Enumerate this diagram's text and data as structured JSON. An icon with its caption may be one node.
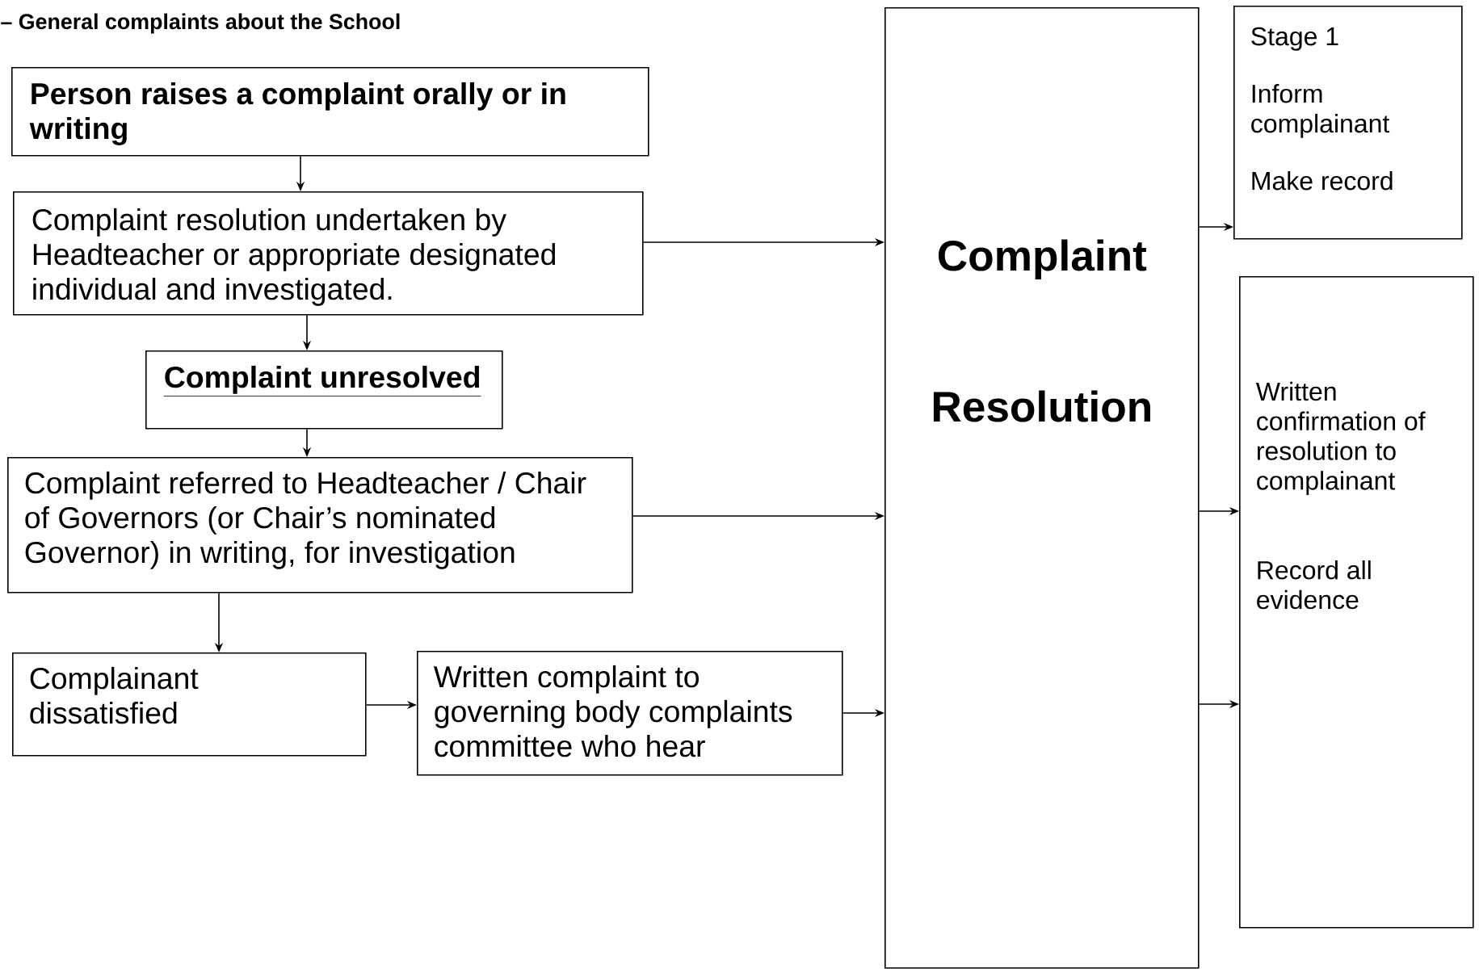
{
  "diagram": {
    "title": "– General complaints about the School",
    "nodes": [
      {
        "text": [
          "Person raises a complaint orally or in writing"
        ]
      },
      {
        "text": [
          "Complaint resolution undertaken by Headteacher or appropriate designated individual and investigated."
        ]
      },
      {
        "text": [
          "Complaint unresolved"
        ]
      },
      {
        "text": [
          "Complaint referred to Headteacher / Chair of Governors (or Chair’s nominated Governor) in writing, for investigation"
        ]
      },
      {
        "text": [
          "Complainant dissatisfied"
        ]
      },
      {
        "text": [
          "Written complaint to governing body complaints committee who hear"
        ]
      },
      {
        "text": [
          "Complaint",
          "Resolution"
        ]
      },
      {
        "text": [
          "Stage 1",
          "Inform complainant",
          "Make record"
        ]
      },
      {
        "text": [
          "Written confirmation of resolution to complainant",
          "Record all evidence"
        ]
      }
    ],
    "edges": [
      {
        "from": 0,
        "to": 1,
        "arrow": "to"
      },
      {
        "from": 1,
        "to": 2,
        "arrow": "to"
      },
      {
        "from": 2,
        "to": 3,
        "arrow": "to"
      },
      {
        "from": 3,
        "to": 4,
        "arrow": "to"
      },
      {
        "from": 4,
        "to": 5,
        "arrow": "to"
      },
      {
        "from": 1,
        "to": 6,
        "arrow": "to"
      },
      {
        "from": 3,
        "to": 6,
        "arrow": "to"
      },
      {
        "from": 5,
        "to": 6,
        "arrow": "to"
      },
      {
        "from": 6,
        "to": 7,
        "arrow": "to"
      },
      {
        "from": 6,
        "to": 8,
        "arrow": "to"
      },
      {
        "from": 6,
        "to": 8,
        "arrow": "to"
      }
    ]
  }
}
